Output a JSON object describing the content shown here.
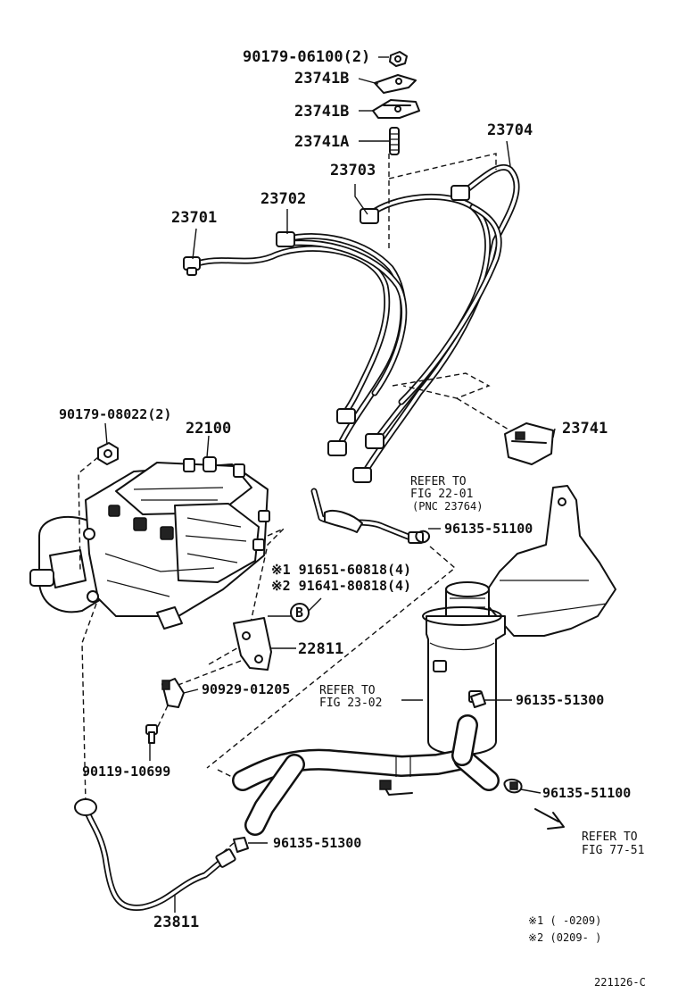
{
  "labels": {
    "nut_top": "90179-06100(2)",
    "clamp_upper": "23741B",
    "clamp_lower": "23741B",
    "stud": "23741A",
    "pipe_3703": "23703",
    "pipe_3704": "23704",
    "pipe_3702": "23702",
    "pipe_3701": "23701",
    "nut_pump": "90179-08022(2)",
    "pump": "22100",
    "clamp_23741": "23741",
    "refer_2201_line1": "REFER TO",
    "refer_2201_line2": "FIG 22-01",
    "refer_2201_line3": "(PNC 23764)",
    "clip_5110_a": "96135-51100",
    "bolt_1": "※1 91651-60818(4)",
    "bolt_2": "※2 91641-80818(4)",
    "ref_b": "B",
    "bracket": "22811",
    "clamp_01205": "90929-01205",
    "refer_2302_line1": "REFER TO",
    "refer_2302_line2": "FIG 23-02",
    "clip_5130_a": "96135-51300",
    "bolt_10699": "90119-10699",
    "clip_5110_b": "96135-51100",
    "refer_7751_line1": "REFER TO",
    "refer_7751_line2": "FIG 77-51",
    "clip_5130_b": "96135-51300",
    "pipe_23811": "23811",
    "note_1": "※1 (     -0209)",
    "note_2": "※2 (0209-     )",
    "diagram_code": "221126-C"
  }
}
